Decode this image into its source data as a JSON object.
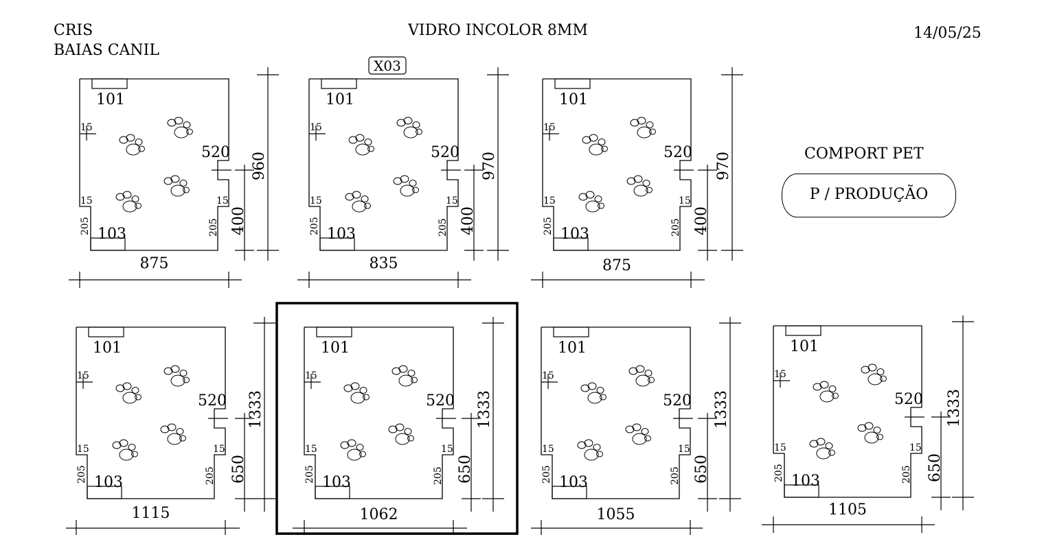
{
  "header": {
    "client": "CRIS",
    "project": "BAIAS CANIL",
    "material": "VIDRO INCOLOR 8MM",
    "date": "14/05/25"
  },
  "side_note": {
    "title": "COMPORT PET",
    "badge": "P / PRODUÇÃO"
  },
  "panels": [
    {
      "id": "panel-1",
      "tag": "",
      "highlighted": false,
      "width_label": "875",
      "height_label": "960",
      "lower_label": "400",
      "top_notch": "101",
      "bottom_notch": "103",
      "right_notch": "520",
      "left_offset_top": "15",
      "left_offset_mid": "15",
      "right_offset_mid": "15",
      "left_height": "205",
      "right_height": "205"
    },
    {
      "id": "panel-2",
      "tag": "X03",
      "highlighted": false,
      "width_label": "835",
      "height_label": "970",
      "lower_label": "400",
      "top_notch": "101",
      "bottom_notch": "103",
      "right_notch": "520",
      "left_offset_top": "15",
      "left_offset_mid": "15",
      "right_offset_mid": "15",
      "left_height": "205",
      "right_height": "205"
    },
    {
      "id": "panel-3",
      "tag": "",
      "highlighted": false,
      "width_label": "875",
      "height_label": "970",
      "lower_label": "400",
      "top_notch": "101",
      "bottom_notch": "103",
      "right_notch": "520",
      "left_offset_top": "15",
      "left_offset_mid": "15",
      "right_offset_mid": "15",
      "left_height": "205",
      "right_height": "205"
    },
    {
      "id": "panel-4",
      "tag": "",
      "highlighted": false,
      "width_label": "1115",
      "height_label": "1333",
      "lower_label": "650",
      "top_notch": "101",
      "bottom_notch": "103",
      "right_notch": "520",
      "left_offset_top": "15",
      "left_offset_mid": "15",
      "right_offset_mid": "15",
      "left_height": "205",
      "right_height": "205"
    },
    {
      "id": "panel-5",
      "tag": "",
      "highlighted": true,
      "width_label": "1062",
      "height_label": "1333",
      "lower_label": "650",
      "top_notch": "101",
      "bottom_notch": "103",
      "right_notch": "520",
      "left_offset_top": "15",
      "left_offset_mid": "15",
      "right_offset_mid": "15",
      "left_height": "205",
      "right_height": "205"
    },
    {
      "id": "panel-6",
      "tag": "",
      "highlighted": false,
      "width_label": "1055",
      "height_label": "1333",
      "lower_label": "650",
      "top_notch": "101",
      "bottom_notch": "103",
      "right_notch": "520",
      "left_offset_top": "15",
      "left_offset_mid": "15",
      "right_offset_mid": "15",
      "left_height": "205",
      "right_height": "205"
    },
    {
      "id": "panel-7",
      "tag": "",
      "highlighted": false,
      "width_label": "1105",
      "height_label": "1333",
      "lower_label": "650",
      "top_notch": "101",
      "bottom_notch": "103",
      "right_notch": "520",
      "left_offset_top": "15",
      "left_offset_mid": "15",
      "right_offset_mid": "15",
      "left_height": "205",
      "right_height": "205"
    }
  ],
  "paw_icon": "paw-print-icon"
}
